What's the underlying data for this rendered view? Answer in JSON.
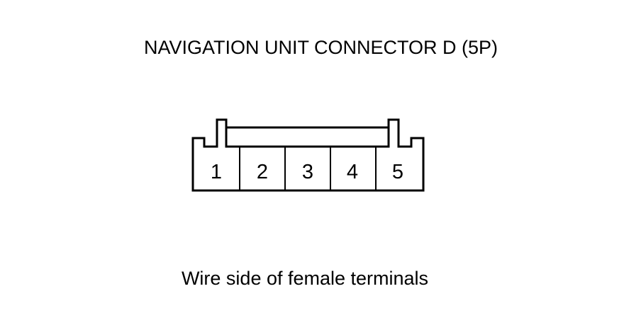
{
  "diagram": {
    "title": "NAVIGATION UNIT CONNECTOR D (5P)",
    "caption": "Wire side of female terminals",
    "pins": [
      "1",
      "2",
      "3",
      "4",
      "5"
    ],
    "colors": {
      "line": "#000000",
      "background": "#ffffff"
    }
  }
}
